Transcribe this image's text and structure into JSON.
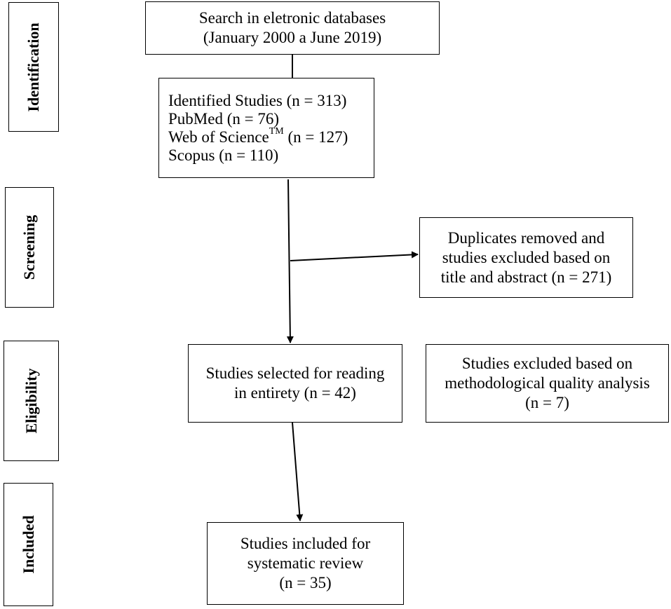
{
  "stages": {
    "identification": "Identification",
    "screening": "Screening",
    "eligibility": "Eligibility",
    "included": "Included"
  },
  "search_box": {
    "line1": "Search in eletronic databases",
    "line2": "(January 2000 a June 2019)"
  },
  "identified_box": {
    "line1": "Identified Studies (n = 313)",
    "line2": "PubMed (n = 76)",
    "line3_prefix": "Web of Science",
    "line3_sup": "TM",
    "line3_suffix": " (n = 127)",
    "line4": "Scopus (n = 110)"
  },
  "duplicates_box": {
    "line1": "Duplicates removed and",
    "line2": "studies excluded based on",
    "line3": "title and abstract (n = 271)"
  },
  "selected_box": {
    "line1": "Studies selected for reading",
    "line2": "in entirety (n = 42)"
  },
  "excluded_quality_box": {
    "line1": "Studies excluded based on",
    "line2": "methodological quality analysis",
    "line3": "(n = 7)"
  },
  "included_box": {
    "line1": "Studies included for",
    "line2": "systematic review",
    "line3": "(n = 35)"
  }
}
